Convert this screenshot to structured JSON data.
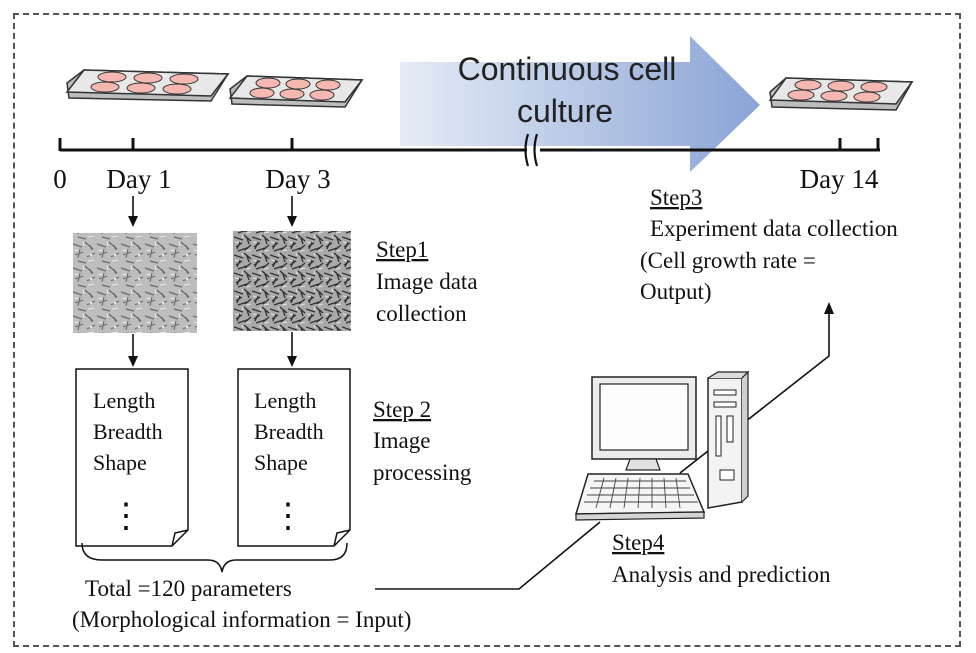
{
  "timeline": {
    "start_label": "0",
    "day1_label": "Day 1",
    "day3_label": "Day 3",
    "day14_label": "Day 14",
    "break_mark": "//"
  },
  "culture_arrow": {
    "line1": "Continuous cell",
    "line2": "culture"
  },
  "step1": {
    "title": "Step1",
    "line1": "Image data",
    "line2": "collection"
  },
  "step2": {
    "title": "Step 2",
    "line1": "Image",
    "line2": "processing"
  },
  "step3": {
    "title": "Step3",
    "line1": "Experiment data collection",
    "line2": "(Cell growth rate =",
    "line3": "Output)"
  },
  "step4": {
    "title": "Step4",
    "line1": "Analysis and prediction"
  },
  "document_day1": {
    "param1": "Length",
    "param2": "Breadth",
    "param3": "Shape",
    "ellipsis": "⋮"
  },
  "document_day3": {
    "param1": "Length",
    "param2": "Breadth",
    "param3": "Shape",
    "ellipsis": "⋮"
  },
  "total": {
    "line1": "Total =120 parameters",
    "line2": "(Morphological information = Input)"
  },
  "colors": {
    "dish_fill": "#f4b8b0",
    "plate_fill": "#e6e6e6",
    "arrow_gradient_start": "#e6ecf6",
    "arrow_gradient_end": "#8aa4d6",
    "micrograph_bg": "#b9b9b9"
  }
}
